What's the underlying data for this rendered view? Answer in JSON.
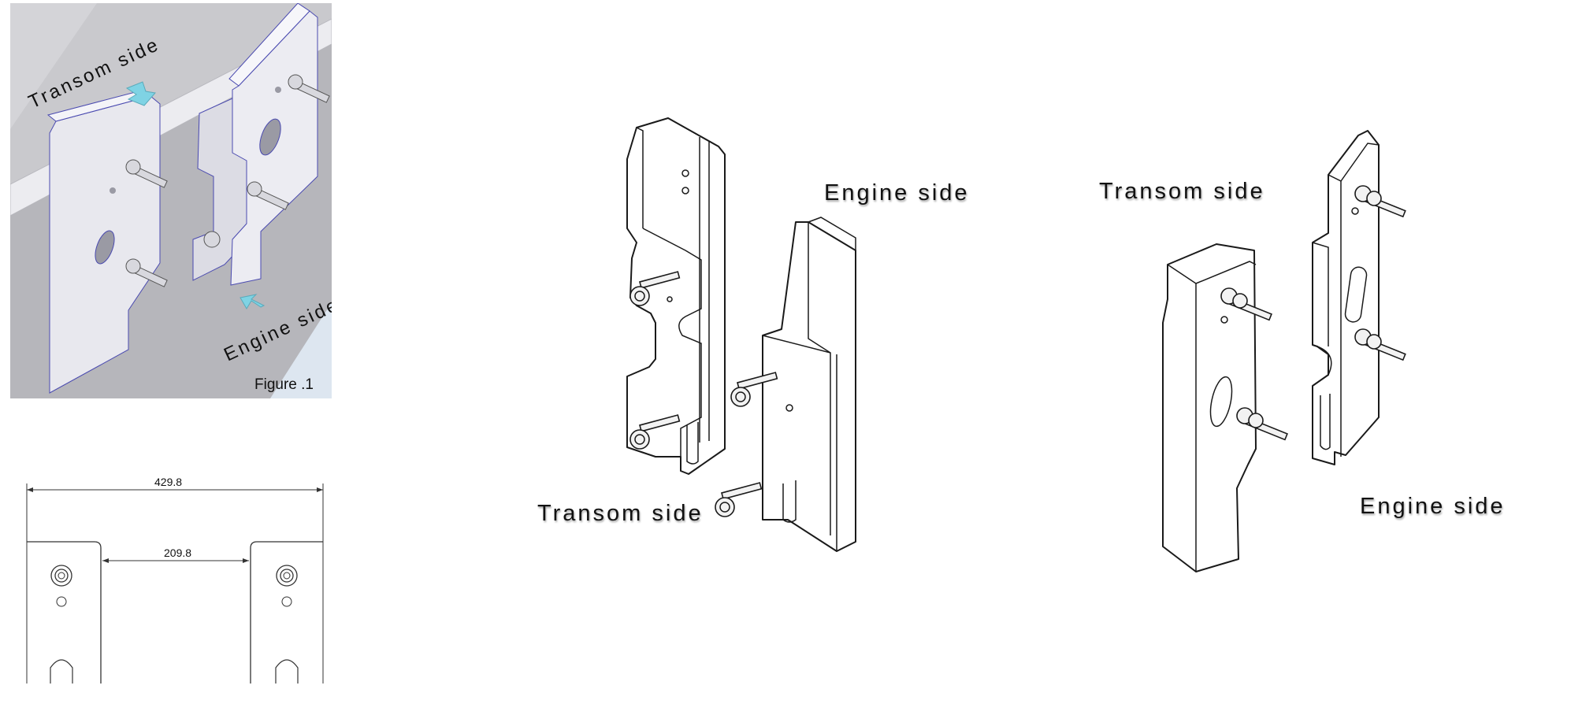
{
  "figure1": {
    "caption": "Figure .1",
    "label_transom": "Transom side",
    "label_engine": "Engine side",
    "colors": {
      "wall": "#c4c4c8",
      "floor": "#b3b3b8",
      "bracket": "#e9e9ee",
      "arrow": "#7fd3e4"
    }
  },
  "dimension_drawing": {
    "overall_width": "429.8",
    "inner_width": "209.8"
  },
  "middle_view": {
    "label_engine": "Engine side",
    "label_transom": "Transom side"
  },
  "right_view": {
    "label_transom": "Transom side",
    "label_engine": "Engine side"
  }
}
